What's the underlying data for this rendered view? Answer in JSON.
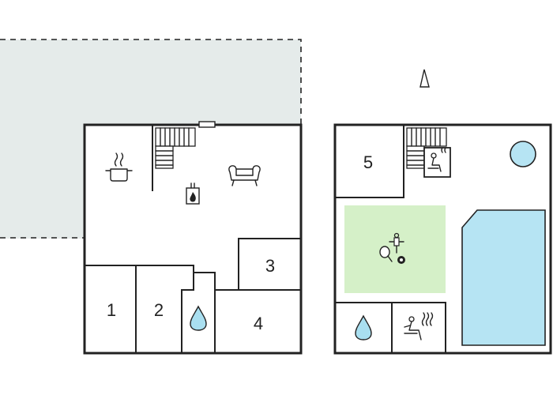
{
  "colors": {
    "wall": "#222222",
    "terrace": "#e5ebea",
    "game_area": "#d5f0c8",
    "pool": "#b6e4f3",
    "background": "#ffffff"
  },
  "rooms": {
    "r1": "1",
    "r2": "2",
    "r3": "3",
    "r4": "4",
    "r5": "5"
  },
  "icons": {
    "kitchen": "cooking-pot-icon",
    "sofa": "sofa-icon",
    "fireplace": "fireplace-icon",
    "staircase": "staircase-icon",
    "bathroom": "water-drop-icon",
    "sauna": "sauna-icon",
    "table_tennis": "table-tennis-icon",
    "foosball": "foosball-icon",
    "billiards": "billiard-ball-icon",
    "jacuzzi": "round-pool-icon",
    "pool": "swimming-pool-icon",
    "north": "north-arrow-icon"
  }
}
